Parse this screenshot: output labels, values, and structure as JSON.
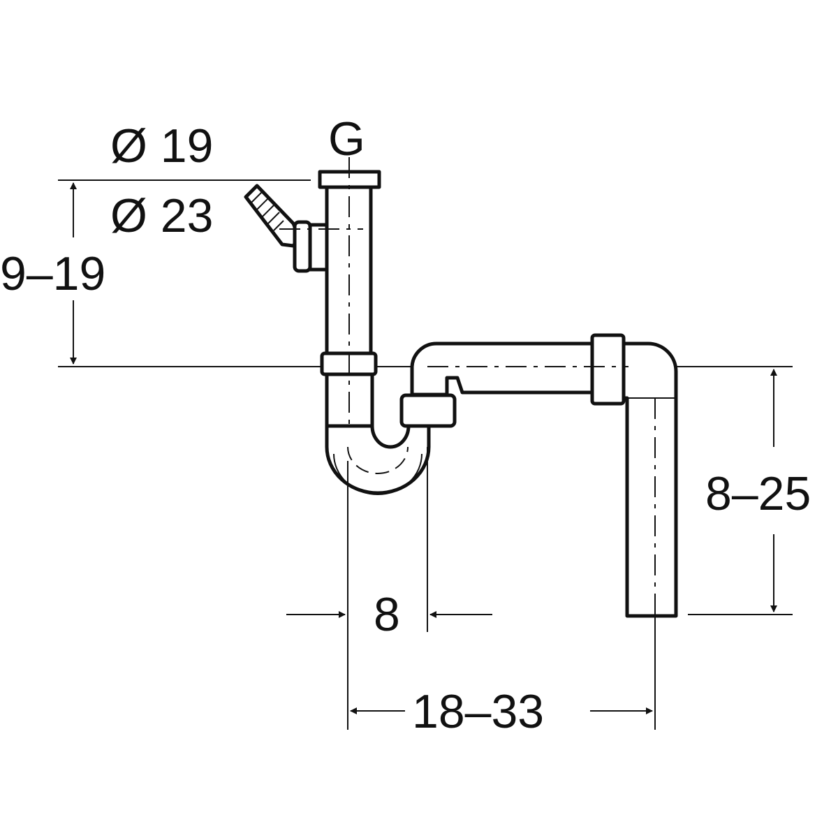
{
  "labels": {
    "connection": "G",
    "hose_diameter_small": "Ø 19",
    "hose_diameter_large": "Ø 23",
    "inlet_height_range": "9–19",
    "outlet_drop_range": "8–25",
    "trap_width": "8",
    "outlet_offset_range": "18–33"
  },
  "colors": {
    "line": "#111111",
    "background": "#ffffff"
  }
}
